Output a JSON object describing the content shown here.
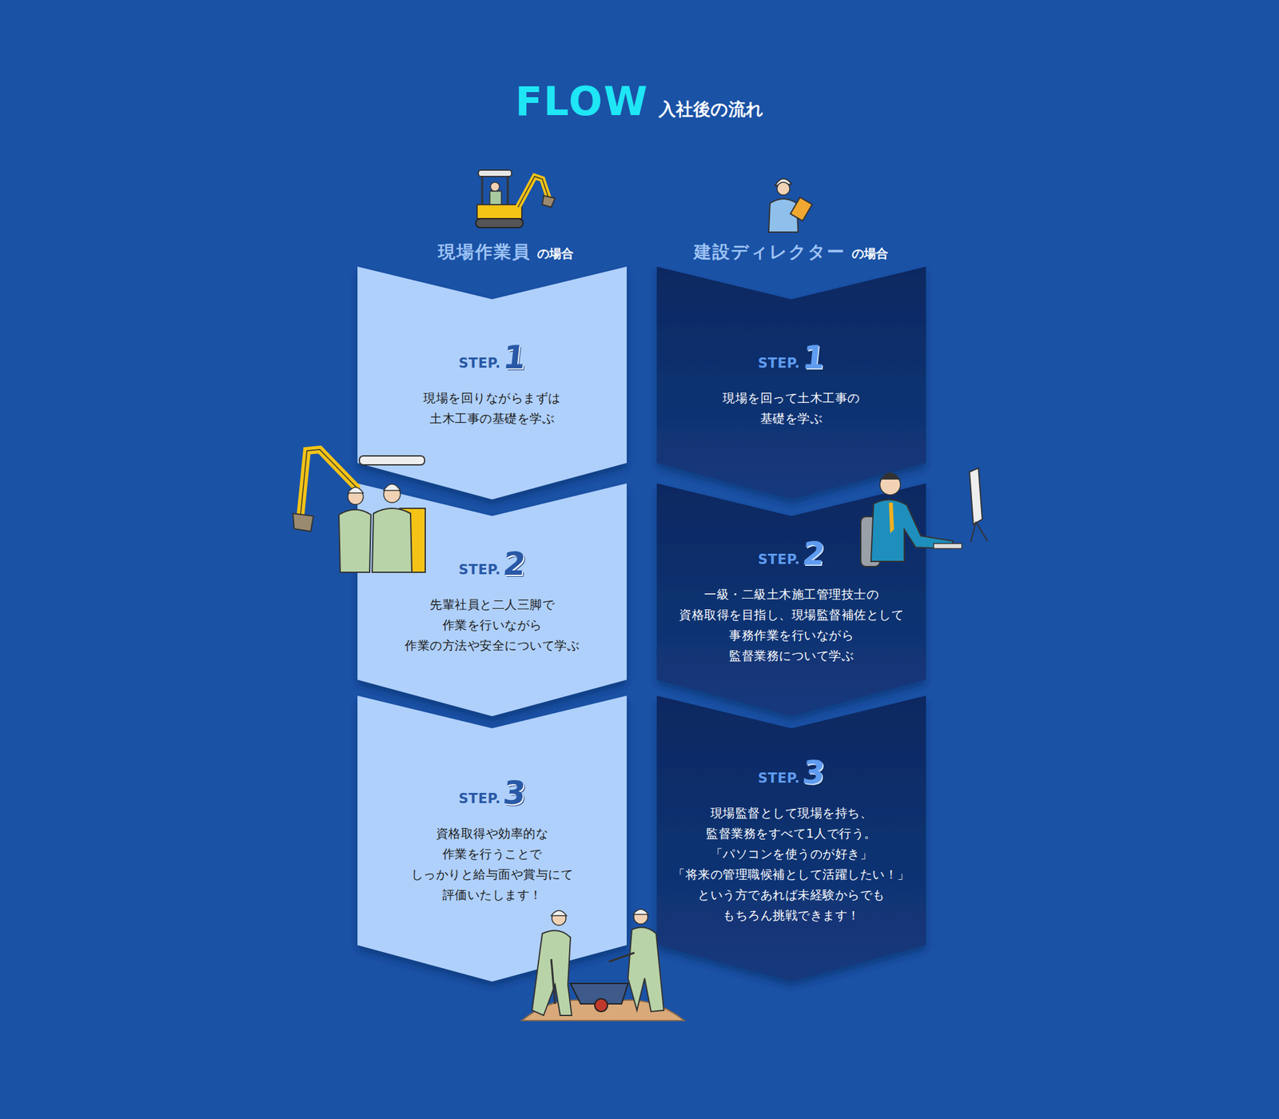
{
  "diagram": {
    "title": "FLOW",
    "nodes": [
      {
        "text": [
          "STEP.",
          "1",
          "現場を回りながらまずは 土木工事の基礎を学ぶ"
        ]
      },
      {
        "text": [
          "STEP.",
          "2",
          "先輩社員と二人三脚で 作業を行いながら 作業の方法や安全について学ぶ"
        ]
      },
      {
        "text": [
          "STEP.",
          "3",
          "資格取得や効率的な 作業を行うことで しっかりと給与面や賞与にて 評価いたします！"
        ]
      },
      {
        "text": [
          "STEP.",
          "1",
          "現場を回って土木工事の 基礎を学ぶ"
        ]
      },
      {
        "text": [
          "STEP.",
          "2",
          "一級・二級土木施工管理技士の 資格取得を目指し、現場監督補佐として 事務作業を行いながら 監督業務について学ぶ"
        ]
      },
      {
        "text": [
          "STEP.",
          "3",
          "現場監督として現場を持ち、 監督業務をすべて1人で行う。 「パソコンを使うのが好き」 「将来の管理職候補として活躍したい！」 という方であれば未経験からでも もちろん挑戦できます！"
        ]
      }
    ],
    "labels": [
      "入社後の流れ",
      "現場作業員",
      "の場合",
      "建設ディレクター",
      "の場合"
    ]
  }
}
